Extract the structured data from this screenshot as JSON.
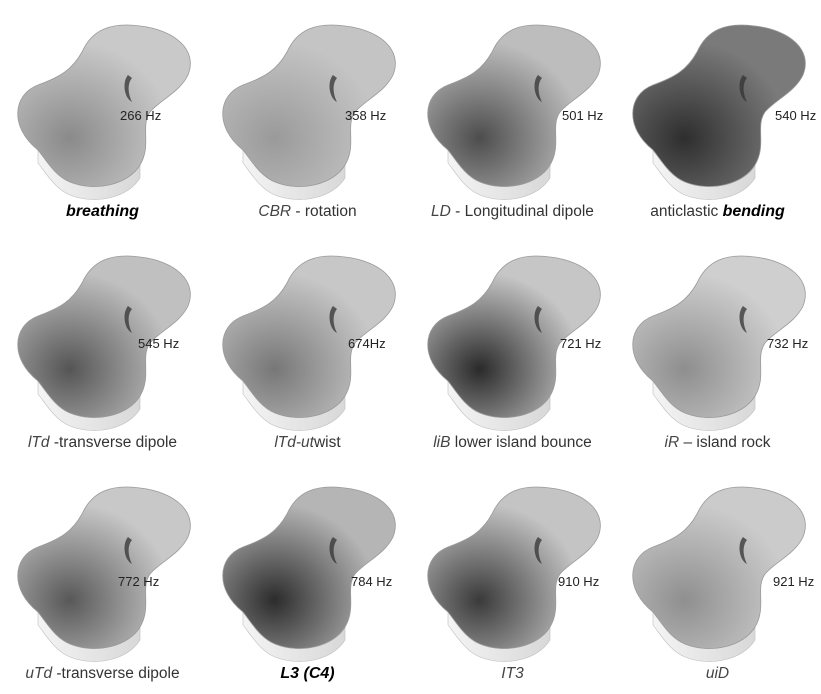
{
  "modes": [
    {
      "freq": "266 Hz",
      "caption_parts": [
        {
          "text": "breathing",
          "style": "bold"
        }
      ]
    },
    {
      "freq": "358 Hz",
      "caption_parts": [
        {
          "text": "CBR",
          "style": "abbr"
        },
        {
          "text": " - rotation",
          "style": "plain"
        }
      ]
    },
    {
      "freq": "501 Hz",
      "caption_parts": [
        {
          "text": "LD",
          "style": "abbr"
        },
        {
          "text": "  - Longitudinal dipole",
          "style": "plain"
        }
      ]
    },
    {
      "freq": "540 Hz",
      "caption_parts": [
        {
          "text": "anticlastic ",
          "style": "plain"
        },
        {
          "text": "bending",
          "style": "bold"
        }
      ]
    },
    {
      "freq": "545 Hz",
      "caption_parts": [
        {
          "text": "lTd",
          "style": "abbr"
        },
        {
          "text": " -transverse dipole",
          "style": "plain"
        }
      ]
    },
    {
      "freq": "674Hz",
      "caption_parts": [
        {
          "text": "lTd-ut",
          "style": "abbr"
        },
        {
          "text": "wist",
          "style": "plain"
        }
      ]
    },
    {
      "freq": "721 Hz",
      "caption_parts": [
        {
          "text": "liB",
          "style": "abbr"
        },
        {
          "text": "  lower island bounce",
          "style": "plain"
        }
      ]
    },
    {
      "freq": "732 Hz",
      "caption_parts": [
        {
          "text": "iR",
          "style": "abbr"
        },
        {
          "text": " – island rock",
          "style": "plain"
        }
      ]
    },
    {
      "freq": "772 Hz",
      "caption_parts": [
        {
          "text": "uTd",
          "style": "abbr"
        },
        {
          "text": " -transverse dipole",
          "style": "plain"
        }
      ]
    },
    {
      "freq": "784 Hz",
      "caption_parts": [
        {
          "text": "L3 (C4)",
          "style": "bold"
        }
      ]
    },
    {
      "freq": "910 Hz",
      "caption_parts": [
        {
          "text": "IT3",
          "style": "abbr"
        }
      ]
    },
    {
      "freq": "921 Hz",
      "caption_parts": [
        {
          "text": "uiD",
          "style": "abbr"
        }
      ]
    }
  ]
}
